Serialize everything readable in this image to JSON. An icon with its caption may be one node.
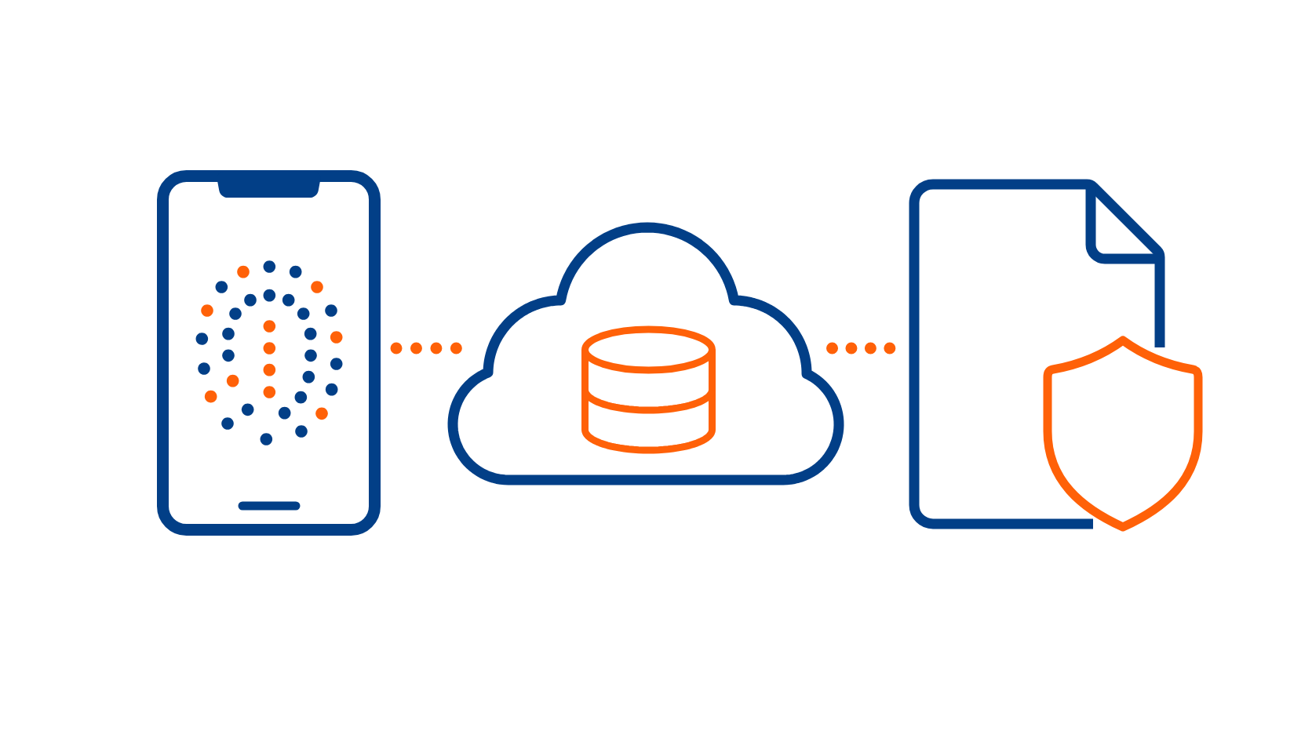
{
  "diagram": {
    "nodes": [
      {
        "text": [],
        "shape": "picture"
      },
      {
        "text": [],
        "shape": "cloud"
      },
      {
        "text": [],
        "shape": "cylinder",
        "in": 1
      },
      {
        "text": [],
        "shape": "picture"
      },
      {
        "text": [],
        "shape": "picture"
      }
    ],
    "edges": [
      {
        "from": 0,
        "to": 1,
        "arrow": "none"
      },
      {
        "from": 1,
        "to": 3,
        "arrow": "none"
      }
    ]
  }
}
